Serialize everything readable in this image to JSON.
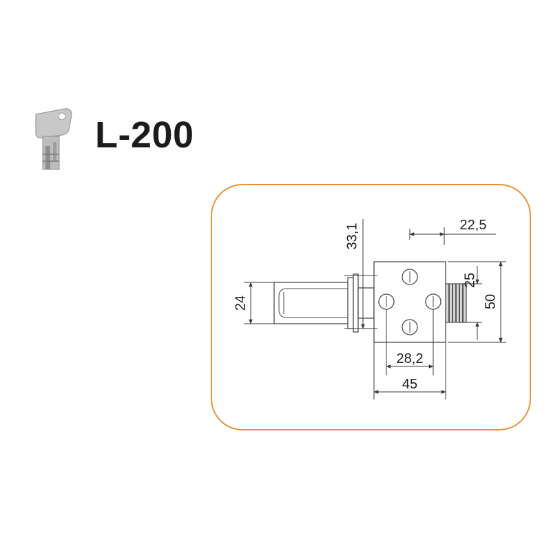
{
  "header": {
    "title": "L-200",
    "icon": "key-icon"
  },
  "drawing": {
    "dimensions": {
      "top_height": "33,1",
      "right_offset": "22,5",
      "stub_size": "25",
      "body_height": "50",
      "shaft_size": "24",
      "hole_spacing": "28,2",
      "body_width": "45"
    }
  },
  "colors": {
    "frame": "#e8913a",
    "title": "#1c1c1c",
    "line": "#4a4a4a",
    "key": "#c4c4c4"
  }
}
